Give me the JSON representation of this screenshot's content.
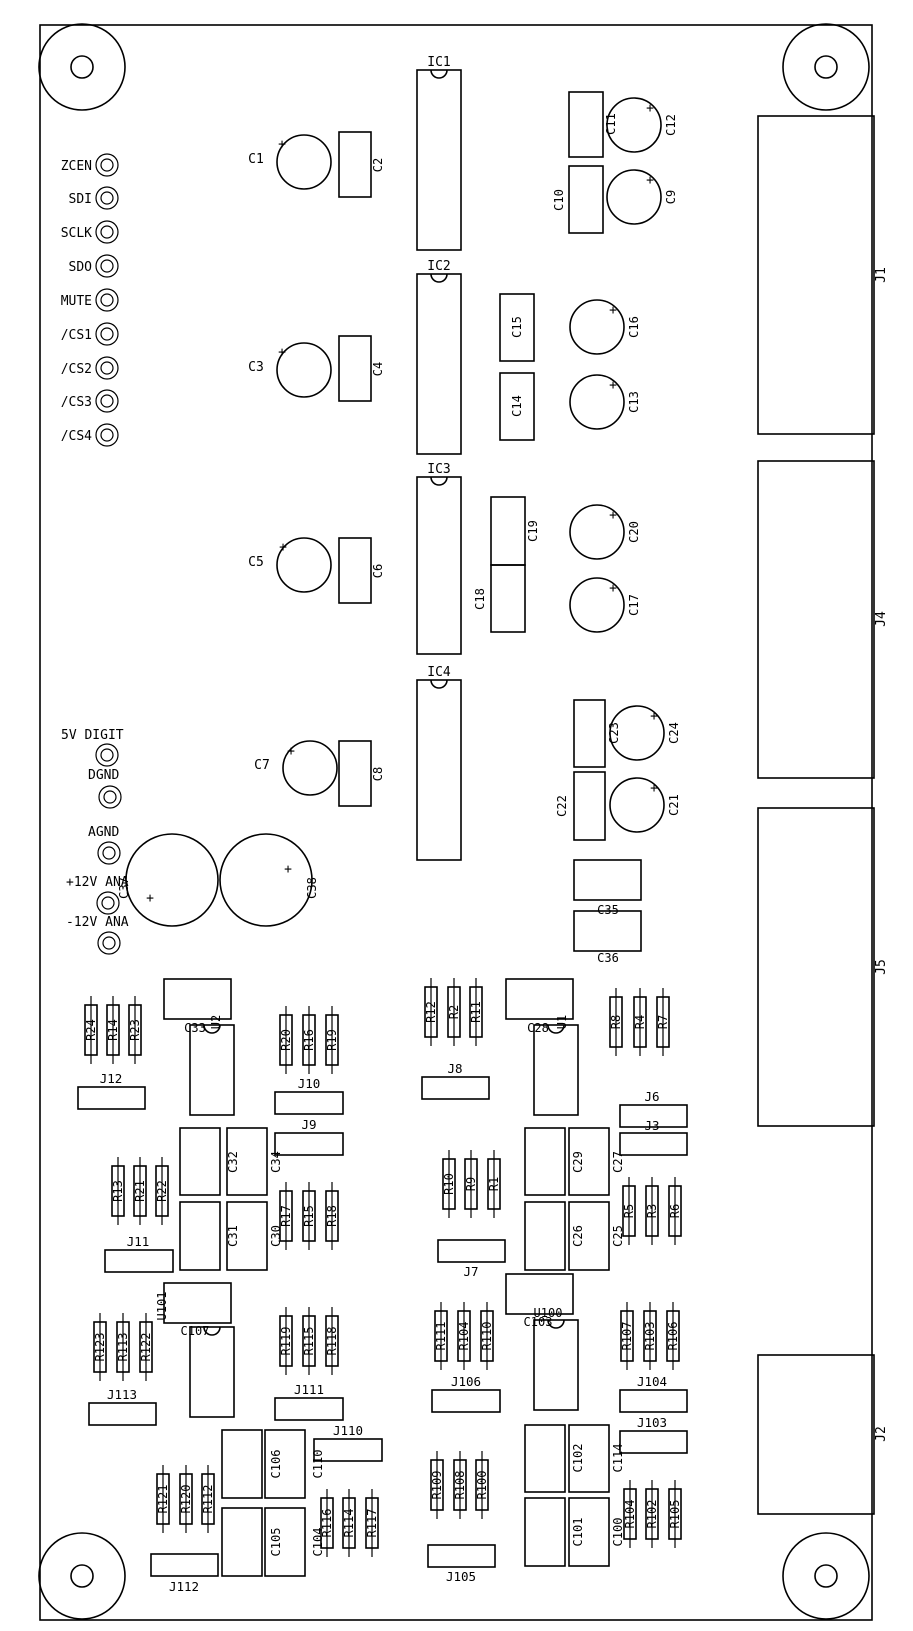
{
  "pin_labels": [
    "ZCEN",
    "SDI",
    "SCLK",
    "SDO",
    "MUTE",
    "/CS1",
    "/CS2",
    "/CS3",
    "/CS4"
  ],
  "power_labels": [
    "5V DIGIT",
    "DGND",
    "AGND",
    "+12V ANA",
    "-12V ANA"
  ],
  "ics": [
    "IC1",
    "IC2",
    "IC3",
    "IC4"
  ],
  "connectors": [
    "J1",
    "J4",
    "J5",
    "J2"
  ],
  "caps": {
    "c1": "C1",
    "c2": "C2",
    "c3": "C3",
    "c4": "C4",
    "c5": "C5",
    "c6": "C6",
    "c7": "C7",
    "c8": "C8",
    "c9": "C9",
    "c10": "C10",
    "c11": "C11",
    "c12": "C12",
    "c13": "C13",
    "c14": "C14",
    "c15": "C15",
    "c16": "C16",
    "c17": "C17",
    "c18": "C18",
    "c19": "C19",
    "c20": "C20",
    "c21": "C21",
    "c22": "C22",
    "c23": "C23",
    "c24": "C24",
    "c25": "C25",
    "c26": "C26",
    "c27": "C27",
    "c28": "C28",
    "c29": "C29",
    "c30": "C30",
    "c31": "C31",
    "c32": "C32",
    "c33": "C33",
    "c34": "C34",
    "c35": "C35",
    "c36": "C36",
    "c37": "C37",
    "c38": "C38",
    "c100": "C100",
    "c101": "C101",
    "c102": "C102",
    "c103": "C103",
    "c104": "C104",
    "c105": "C105",
    "c106": "C106",
    "c107": "C107",
    "c110": "C110",
    "c114": "C114"
  },
  "resistors": {
    "r1": "R1",
    "r2": "R2",
    "r3": "R3",
    "r4": "R4",
    "r5": "R5",
    "r6": "R6",
    "r7": "R7",
    "r8": "R8",
    "r9": "R9",
    "r10": "R10",
    "r11": "R11",
    "r12": "R12",
    "r13": "R13",
    "r14": "R14",
    "r15": "R15",
    "r16": "R16",
    "r17": "R17",
    "r18": "R18",
    "r19": "R19",
    "r20": "R20",
    "r21": "R21",
    "r22": "R22",
    "r23": "R23",
    "r24": "R24",
    "r100": "R100",
    "r102": "R102",
    "r103": "R103",
    "r104a": "R104",
    "r104b": "R104",
    "r105": "R105",
    "r106": "R106",
    "r107": "R107",
    "r108": "R108",
    "r109": "R109",
    "r110": "R110",
    "r111": "R111",
    "r112": "R112",
    "r113": "R113",
    "r114": "R114",
    "r115": "R115",
    "r116": "R116",
    "r117": "R117",
    "r118": "R118",
    "r119": "R119",
    "r120": "R120",
    "r121": "R121",
    "r122": "R122",
    "r123": "R123"
  },
  "jumpers": {
    "j3": "J3",
    "j6": "J6",
    "j7": "J7",
    "j8": "J8",
    "j9": "J9",
    "j10": "J10",
    "j11": "J11",
    "j12": "J12",
    "j103": "J103",
    "j104": "J104",
    "j105": "J105",
    "j106": "J106",
    "j110": "J110",
    "j111": "J111",
    "j112": "J112",
    "j113": "J113"
  },
  "chips": {
    "u1": "U1",
    "u2": "U2",
    "u100": "U100",
    "u101": "U101"
  }
}
